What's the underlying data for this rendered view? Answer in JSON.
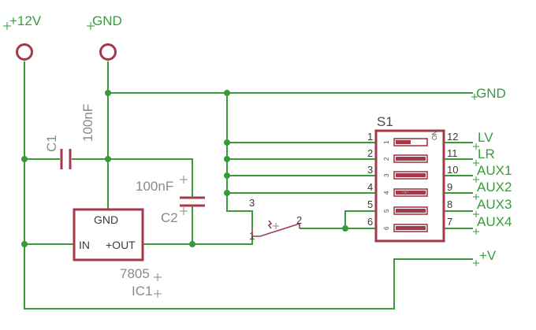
{
  "supply": {
    "plus12v_label": "+12V",
    "gnd_top_label": "GND"
  },
  "capacitors": {
    "c1_name": "C1",
    "c1_value": "100nF",
    "c2_name": "C2",
    "c2_value": "100nF"
  },
  "regulator": {
    "gnd_label": "GND",
    "in_label": "IN",
    "out_label": "+OUT",
    "part_label": "7805",
    "name_label": "IC1"
  },
  "switch_sw": {
    "pin1": "1",
    "pin2": "2",
    "pin3": "3"
  },
  "dip": {
    "name": "S1",
    "on_label": "ON",
    "left_pins": [
      "1",
      "2",
      "3",
      "4",
      "5",
      "6"
    ],
    "right_pins": [
      "12",
      "11",
      "10",
      "9",
      "8",
      "7"
    ],
    "lever_numbers": [
      "1",
      "2",
      "3",
      "4",
      "5",
      "6"
    ]
  },
  "nets": {
    "gnd_right": "GND",
    "lv": "LV",
    "lr": "LR",
    "aux1": "AUX1",
    "aux2": "AUX2",
    "aux3": "AUX3",
    "aux4": "AUX4",
    "plus_v": "+V"
  },
  "colors": {
    "wire": "#3a9a3a",
    "part": "#a33a4a",
    "text_gray": "#8a8a8a"
  }
}
